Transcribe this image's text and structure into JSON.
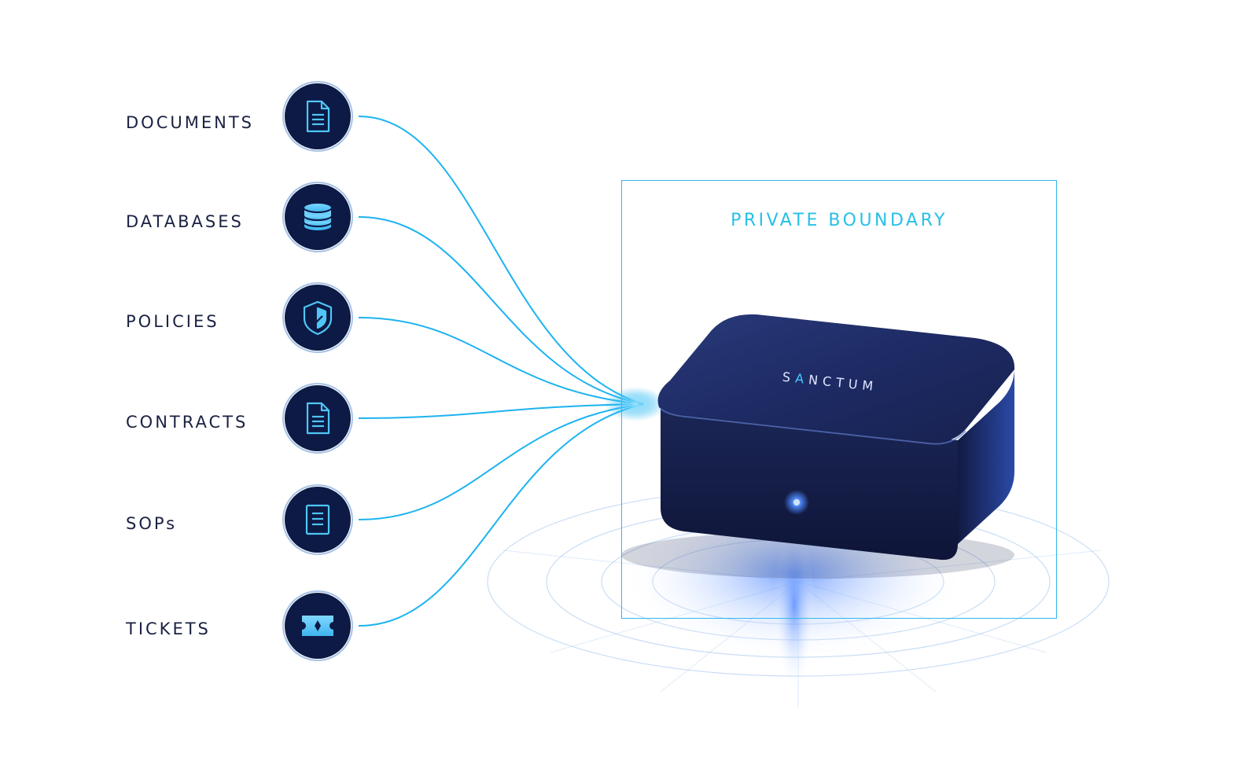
{
  "sources": [
    {
      "label": "DOCUMENTS",
      "icon": "document-icon"
    },
    {
      "label": "DATABASES",
      "icon": "database-icon"
    },
    {
      "label": "POLICIES",
      "icon": "shield-icon"
    },
    {
      "label": "CONTRACTS",
      "icon": "contract-document-icon"
    },
    {
      "label": "SOPs",
      "icon": "list-document-icon"
    },
    {
      "label": "TICKETS",
      "icon": "ticket-icon"
    }
  ],
  "boundary": {
    "label": "PRIVATE BOUNDARY"
  },
  "device": {
    "brand_accent": "A",
    "brand_before": "S",
    "brand_after": "NCTUM"
  },
  "colors": {
    "connector": "#1cb3f0",
    "icon_bg": "#0c1a45",
    "icon_glyph": "#4fc6f5",
    "boundary": "#33b8ec",
    "label_text": "#1a2142",
    "device_body": "#141c48",
    "led": "#3f86ff"
  }
}
